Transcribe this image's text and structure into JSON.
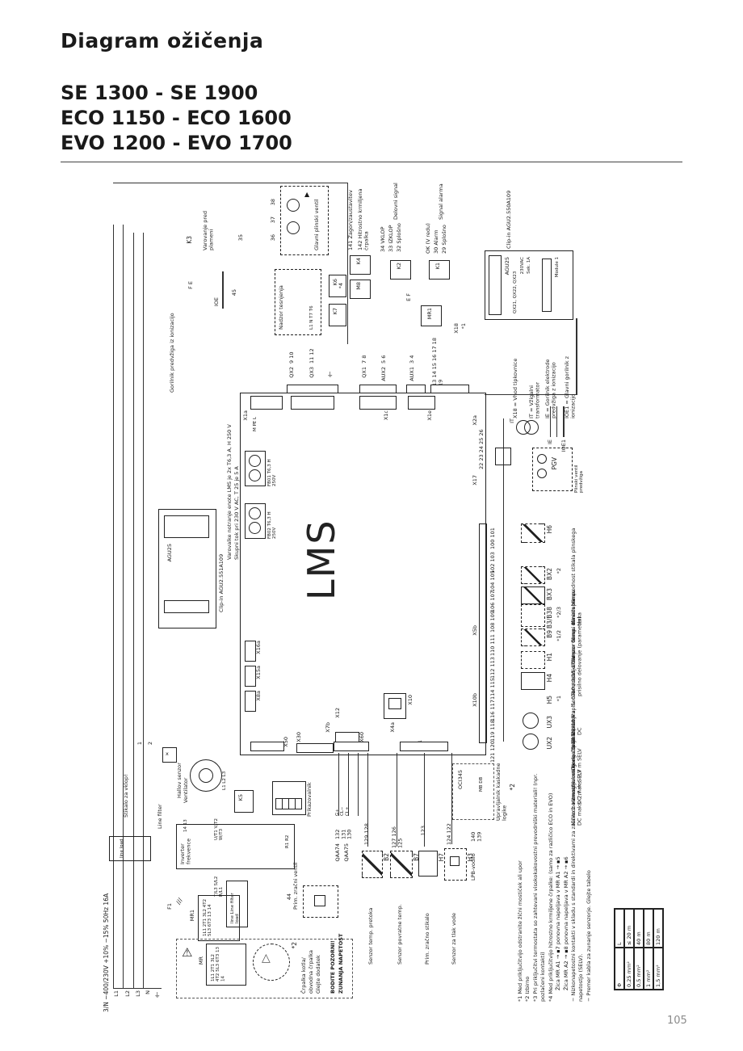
{
  "page": {
    "title": "Diagram ožičenja",
    "models": [
      "SE 1300 - SE 1900",
      "ECO 1150 - ECO 1600",
      "EVO 1200 - EVO 1700"
    ],
    "page_number": "105"
  },
  "diagram": {
    "code": "LMS",
    "flame_protection": "Varovanje pred plameni",
    "main_gas_valve": "Glavni plinski ventil",
    "k3": "K3",
    "terms_top": {
      "t38": "38",
      "t37": "37",
      "t36": "36",
      "t35": "35"
    },
    "pilot_burner": "Gorilnik predvžiga iz ionizacijo",
    "ioe": "IOE",
    "fe": "F E",
    "t45": "45",
    "leak_check": {
      "label": "Nadzor tesnjenja",
      "pins": "L1  N  T7  T6",
      "k6": "K6",
      "k7": "K7"
    },
    "signals": {
      "start1": "141 Zagon/zaustavitev",
      "start2": "142 Hitrostno krmiljena črpalka",
      "op_title": "Delovni signal",
      "op1": "34 VKLOP",
      "op2": "33 IZKLOP",
      "op3": "32 Splošno",
      "al_title": "Signal alarma",
      "al1": "OK (V redu)",
      "al2": "30 Alarm",
      "al3": "29 Splošno"
    },
    "relays": {
      "k1": "K1",
      "k2": "K2",
      "k4": "K4",
      "m8": "M8",
      "mr1": "MR1",
      "k5": "K5",
      "star4": "*4",
      "ef": "E F"
    },
    "agu_top": {
      "label": "Clip-in AGU2.550A109",
      "chip": "AGU25",
      "lines": "QX21, QX22, QX23",
      "volt": "230VAC",
      "sek": "Sek. 1A",
      "module": "Module 1"
    },
    "agu_left": {
      "label": "Clip-in AGU2.551A109",
      "chip": "AGU25"
    },
    "legend": {
      "l1": "X18 = Vhod tipkovnice",
      "l2": "IT = Vžigalni transformator",
      "l3": "IE = Gorilnik elektrode predvžiga z ionizacijo",
      "l4": "IOE1 = Glavni gorilnik z ionizacijo"
    },
    "ignition": {
      "it": "IT",
      "ie": "IE",
      "ioe1": "IOE1",
      "x2a_terms": "22 23 24 25 26",
      "pgv": "PGV",
      "pgv_label": "Plinski ventil predvžiga"
    },
    "strips": {
      "qx2": {
        "name": "QX2",
        "terms": "9 10"
      },
      "qx3": {
        "name": "QX3",
        "terms": "11 12"
      },
      "qx1": {
        "name": "QX1",
        "terms": "7 8"
      },
      "aux2": {
        "name": "AUX2",
        "terms": "5 6"
      },
      "aux1": {
        "name": "AUX1",
        "terms": "3 4"
      },
      "x18": {
        "name": "X18",
        "note": "*1",
        "terms": "13 14 15 16 17 18 19"
      }
    },
    "board": {
      "x1a": "X1a",
      "x1c": "X1c",
      "x1e": "X1e",
      "x16a": "X16a",
      "x15a": "X15a",
      "x8a": "X8a",
      "x50": "X50",
      "x30": "X30",
      "x7b": "X7b",
      "x4a": "X4a",
      "x5b": "X5b",
      "x60": "X60",
      "x10": "X10",
      "x10b": "X10b",
      "x11": "X11",
      "x12": "X12",
      "x17": "X17",
      "x2a": "X2a",
      "pins_x1a": "M PE L",
      "fuse1": "FB01 T6,3 H 250V",
      "fuse2": "FB02 T6,3 H 250V",
      "note1": "Varovalke notranje enote LMS je 2x T6,3 A, H 250 V",
      "note2": "Skupni tok pri 230 V AC, T 25 je 5 A"
    },
    "io_right": {
      "r0": {
        "terms": "100 101",
        "code": "H6",
        "star": "",
        "label": "Minimalna vrednost stikala plinskega tlaka"
      },
      "r1": {
        "terms": "102 103",
        "code": "",
        "star": "",
        "label": ""
      },
      "r2": {
        "terms": "104 105",
        "code": "BX2",
        "star": "*2",
        "label": "Glavni senzor temp."
      },
      "r3": {
        "terms": "106 107",
        "code": "BX3",
        "star": "",
        "label": "Senzor temp. dimnih plinov"
      },
      "r4": {
        "terms": "108 109",
        "code": "B3/B38",
        "star": "*2/3",
        "label": "Termostat ali senzor temp. za prisilno delovanje (parameter)"
      },
      "r5": {
        "terms": "110 111",
        "code": "B9",
        "star": "*1/2",
        "label": "Senzor zunanje temp."
      },
      "r6": {
        "terms": "112 113",
        "code": "H1",
        "star": "",
        "label": "Zunanji vpliv 0–10 / 0,15–10 V DC"
      },
      "r7": {
        "terms": "114 115",
        "code": "H4",
        "star": "",
        "label": "Stikalo pretoka"
      },
      "r8": {
        "terms": "116 117",
        "code": "H5",
        "star": "*1",
        "label": "Omogočanje kotla"
      },
      "r9": {
        "terms": "119 118",
        "code": "UX3",
        "star": "",
        "label": "Hitrostno krmiljena črpalka 0–10 V DC maks. 2,7 m SELV"
      },
      "r10": {
        "terms": "121 120",
        "code": "UX2",
        "star": "",
        "label": "Navedba zmogljivosti grelca 0–10 V DC maks. 2,7 m SELV"
      }
    },
    "io_bottom": {
      "b2": {
        "terms": "129 128",
        "code": "B2",
        "label": "Senzor temp. pretoka"
      },
      "b7": {
        "terms": "127 126 125",
        "code": "B7",
        "label": "Senzor povratne temp."
      },
      "h7": {
        "terms": "123",
        "code": "H7",
        "label": "Prim. zračno stikalo"
      },
      "h3": {
        "terms": "124 122",
        "code": "H3",
        "label": "Senzor za tlak vode"
      }
    },
    "qaa": {
      "pins": "G+ CL− CL+",
      "terms": "132 131 130",
      "name1": "QAA74",
      "name2": "QAA75"
    },
    "lpb": {
      "terms": "140 139",
      "label": "LPB-vodilo"
    },
    "cascade": {
      "module": "OCI345",
      "pins": "MB DB",
      "label": "Upravljalnik kaskadne logike",
      "star": "*2"
    },
    "display": {
      "label": "Prikazovalnik"
    },
    "air_valve": {
      "label": "Prim. zračni ventil",
      "term": "44"
    },
    "power": {
      "spec": "3/N ~400/230V +10% −15%  50Hz  16A",
      "l1": "L1",
      "l2": "L2",
      "l3": "L3",
      "n": "N",
      "switch": "Stikalo za vklop!",
      "sc1": "1",
      "sc2": "2",
      "hall": "Hallov senzor",
      "fan": "Ventilator",
      "fan_pins": "L1 L2 L3",
      "inverter": "Inverter frekvence",
      "inv_top": "U/T1 V/T2 W/T3",
      "inv_bottom": "T/L3 S/L2 R/L1",
      "inv_right": "R1 R2",
      "inv_aux": "14 13",
      "line_filter": "Line filter",
      "filter_load": "line  Line filter  load",
      "load_box": "line load",
      "f1": "F1",
      "mr1": "MR1",
      "mr1_pins": "1L1 2T1  3L2 4T2  5L3 6T3  13 14"
    },
    "pump_box": {
      "mr": "MR",
      "mr_pins": "1L1 2T1  3L2 4T2  5L3 6T3  13 14",
      "pump1": "Črpalka kotla/",
      "pump2": "obvodna črpalka",
      "pump3": "Glejte dodatek",
      "warn1": "BODITE POZORNI!",
      "warn2": "ZUNANJA NAPETOST",
      "star": "*2"
    },
    "footnotes": {
      "f1": "*1 Med priključitvijo odstranite žični mostiček ali upor",
      "f2": "*2 Izbirno",
      "f3": "*3 Pri priključitvi termostata so zahtevani visokokakovostni prevodniški materiali! (npr. pozlačeni kontakti)",
      "f4": "*4 Med priključitvijo hitrostno krmiljene črpalke: (samo za različico ECO in EVO)",
      "f5": "Žica MR A1 → ▪7  ponovna napeljava v MR A1 → ▪5",
      "f6": "Žica MR A2 → ▪8  ponovna napeljava v MR A2 → ▪6",
      "f7": "− Nizkonapetostni kontakti v skladu s standardi in direktivami za zaščito z varnostno malo napetostjo (SELV).",
      "f8": "− Premer kabla za zunanje senzorje. Glejte tabelo"
    },
    "cable_table": {
      "h0": "Φ",
      "h1": "L",
      "r00": "0,25 mm²",
      "r01": "≤ 20 m",
      "r10": "0,5 mm²",
      "r11": "40 m",
      "r20": "1 mm²",
      "r21": "80 m",
      "r30": "1,5 mm²",
      "r31": "120 m"
    }
  }
}
